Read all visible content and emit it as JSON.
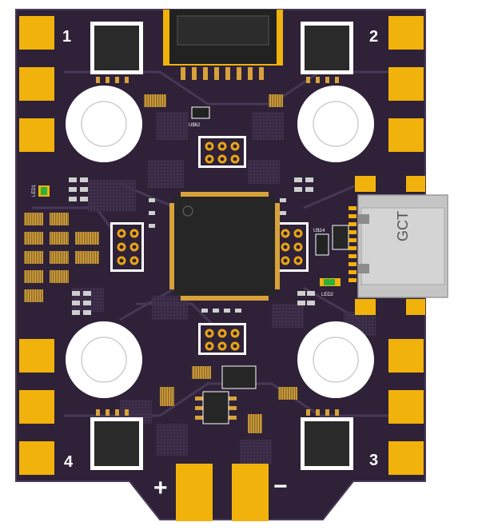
{
  "board": {
    "motor_labels": [
      "1",
      "2",
      "3",
      "4"
    ],
    "power_labels": {
      "positive": "+",
      "negative": "−"
    },
    "usb_connector_text": "GCT",
    "led_labels": [
      "LED1",
      "LED2"
    ],
    "chip_labels": [
      "U$14",
      "U$62"
    ]
  },
  "colors": {
    "pcb": "#2e2138",
    "pad": "#f2b20c",
    "silk": "#ffffff",
    "chip": "#262626",
    "connector": "#c5c5c5"
  }
}
